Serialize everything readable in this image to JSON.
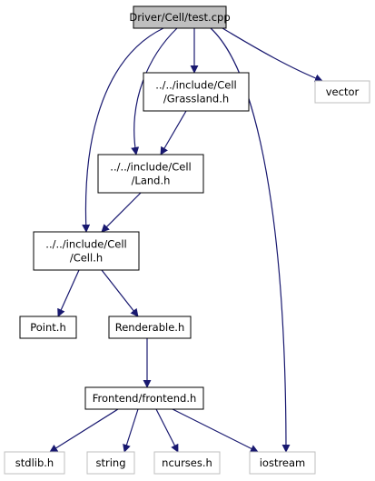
{
  "graph": {
    "nodes": [
      {
        "id": "test_cpp",
        "lines": [
          "Driver/Cell/test.cpp"
        ],
        "style": "root"
      },
      {
        "id": "grassland_h",
        "lines": [
          "../../include/Cell",
          "/Grassland.h"
        ],
        "style": "file"
      },
      {
        "id": "vector",
        "lines": [
          "vector"
        ],
        "style": "external"
      },
      {
        "id": "land_h",
        "lines": [
          "../../include/Cell",
          "/Land.h"
        ],
        "style": "file"
      },
      {
        "id": "cell_h",
        "lines": [
          "../../include/Cell",
          "/Cell.h"
        ],
        "style": "file"
      },
      {
        "id": "point_h",
        "lines": [
          "Point.h"
        ],
        "style": "file"
      },
      {
        "id": "renderable_h",
        "lines": [
          "Renderable.h"
        ],
        "style": "file"
      },
      {
        "id": "frontend_h",
        "lines": [
          "Frontend/frontend.h"
        ],
        "style": "file"
      },
      {
        "id": "stdlib_h",
        "lines": [
          "stdlib.h"
        ],
        "style": "external"
      },
      {
        "id": "string",
        "lines": [
          "string"
        ],
        "style": "external"
      },
      {
        "id": "ncurses_h",
        "lines": [
          "ncurses.h"
        ],
        "style": "external"
      },
      {
        "id": "iostream",
        "lines": [
          "iostream"
        ],
        "style": "external"
      }
    ],
    "edges": [
      {
        "from": "test_cpp",
        "to": "grassland_h"
      },
      {
        "from": "test_cpp",
        "to": "land_h"
      },
      {
        "from": "test_cpp",
        "to": "cell_h"
      },
      {
        "from": "test_cpp",
        "to": "vector"
      },
      {
        "from": "test_cpp",
        "to": "iostream"
      },
      {
        "from": "grassland_h",
        "to": "land_h"
      },
      {
        "from": "land_h",
        "to": "cell_h"
      },
      {
        "from": "cell_h",
        "to": "point_h"
      },
      {
        "from": "cell_h",
        "to": "renderable_h"
      },
      {
        "from": "renderable_h",
        "to": "frontend_h"
      },
      {
        "from": "frontend_h",
        "to": "stdlib_h"
      },
      {
        "from": "frontend_h",
        "to": "string"
      },
      {
        "from": "frontend_h",
        "to": "ncurses_h"
      },
      {
        "from": "frontend_h",
        "to": "iostream"
      }
    ]
  },
  "colors": {
    "edge": "#191970",
    "root_fill": "#bfbfbf",
    "root_border": "#000000",
    "file_border": "#000000",
    "external_border": "#bfbfbf",
    "node_fill": "#ffffff"
  }
}
